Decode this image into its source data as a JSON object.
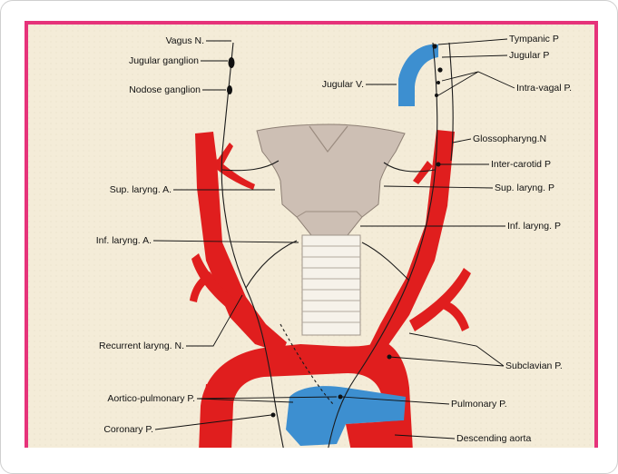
{
  "figure": {
    "colors": {
      "artery": "#e01e1e",
      "vein": "#3d8fd0",
      "larynx": "#cdbfb4",
      "frame": "#e6337a",
      "paper": "#f4ecd8"
    },
    "labels": {
      "left": {
        "vagus_n": "Vagus N.",
        "jugular_ganglion": "Jugular ganglion",
        "nodose_ganglion": "Nodose ganglion",
        "sup_laryng_a": "Sup. laryng. A.",
        "inf_laryng_a": "Inf. laryng. A.",
        "recurrent_laryng_n": "Recurrent laryng. N.",
        "aortico_pulmonary_p": "Aortico-pulmonary P.",
        "coronary_p": "Coronary P."
      },
      "right": {
        "tympanic_p": "Tympanic P",
        "jugular_p": "Jugular P",
        "intra_vagal_p": "Intra-vagal P.",
        "glossopharyng_n": "Glossopharyng.N",
        "inter_carotid_p": "Inter-carotid P",
        "sup_laryng_p": "Sup. laryng. P",
        "inf_laryng_p": "Inf. laryng. P",
        "subclavian_p": "Subclavian P.",
        "pulmonary_p": "Pulmonary P.",
        "descending_aorta": "Descending aorta"
      },
      "center": {
        "jugular_v": "Jugular V."
      }
    }
  }
}
